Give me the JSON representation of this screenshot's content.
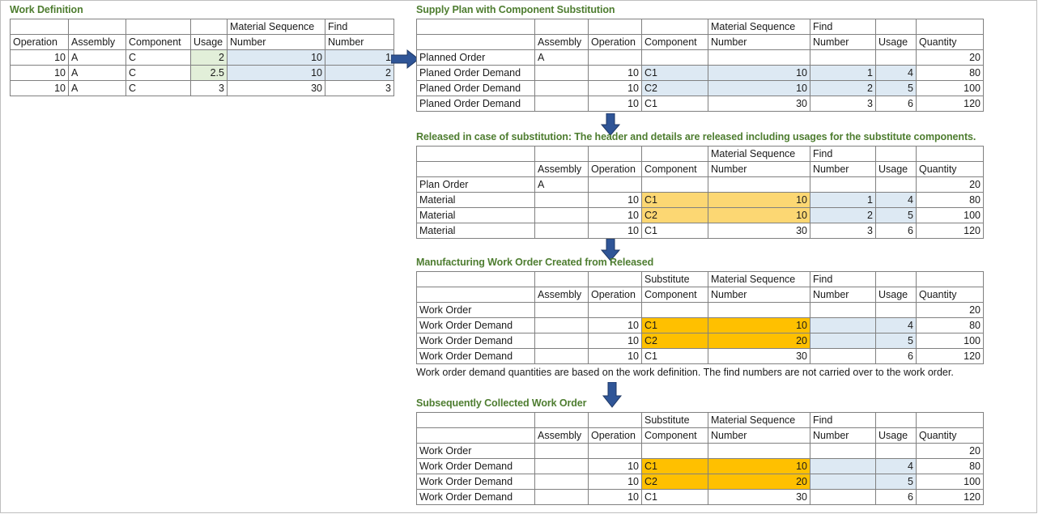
{
  "colors": {
    "title_green": "#4e7d30",
    "fill_green": "#e2efd9",
    "fill_blue": "#dde9f3",
    "fill_orange_light": "#fcd773",
    "fill_orange_dark": "#ffc000",
    "arrow_blue": "#2f5597",
    "grid": "#808080"
  },
  "work_definition": {
    "title": "Work Definition",
    "headers": [
      "Operation",
      "Assembly",
      "Component",
      "Usage",
      "Material Sequence Number",
      "Find Number"
    ],
    "rows": [
      [
        "10",
        "A",
        "C",
        "2",
        "10",
        "1"
      ],
      [
        "10",
        "A",
        "C",
        "2.5",
        "10",
        "2"
      ],
      [
        "10",
        "A",
        "C",
        "3",
        "30",
        "3"
      ]
    ]
  },
  "supply_plan": {
    "title": "Supply Plan with Component Substitution",
    "headers": [
      "",
      "Assembly",
      "Operation",
      "Component",
      "Material Sequence Number",
      "Find Number",
      "Usage",
      "Quantity"
    ],
    "rows": [
      [
        "Planned Order",
        "A",
        "",
        "",
        "",
        "",
        "",
        "20"
      ],
      [
        "Planed Order Demand",
        "",
        "10",
        "C1",
        "10",
        "1",
        "4",
        "80"
      ],
      [
        "Planed Order Demand",
        "",
        "10",
        "C2",
        "10",
        "2",
        "5",
        "100"
      ],
      [
        "Planed Order Demand",
        "",
        "10",
        "C1",
        "30",
        "3",
        "6",
        "120"
      ]
    ]
  },
  "released": {
    "title": "Released in case of substitution: The header and details are released including usages for the substitute components.",
    "headers": [
      "",
      "Assembly",
      "Operation",
      "Component",
      "Material Sequence Number",
      "Find Number",
      "Usage",
      "Quantity"
    ],
    "rows": [
      [
        "Plan Order",
        "A",
        "",
        "",
        "",
        "",
        "",
        "20"
      ],
      [
        "Material",
        "",
        "10",
        "C1",
        "10",
        "1",
        "4",
        "80"
      ],
      [
        "Material",
        "",
        "10",
        "C2",
        "10",
        "2",
        "5",
        "100"
      ],
      [
        "Material",
        "",
        "10",
        "C1",
        "30",
        "3",
        "6",
        "120"
      ]
    ]
  },
  "work_order": {
    "title": "Manufacturing Work Order Created from Released",
    "headers": [
      "",
      "Assembly",
      "Operation",
      "Substitute Component",
      "Material Sequence Number",
      "Find Number",
      "Usage",
      "Quantity"
    ],
    "rows": [
      [
        "Work Order",
        "",
        "",
        "",
        "",
        "",
        "",
        "20"
      ],
      [
        "Work Order Demand",
        "",
        "10",
        "C1",
        "10",
        "",
        "4",
        "80"
      ],
      [
        "Work Order Demand",
        "",
        "10",
        "C2",
        "20",
        "",
        "5",
        "100"
      ],
      [
        "Work Order Demand",
        "",
        "10",
        "C1",
        "30",
        "",
        "6",
        "120"
      ]
    ],
    "note": "Work order demand quantities are based on the work definition. The find numbers are not carried over to the work order."
  },
  "collected": {
    "title": "Subsequently Collected Work Order",
    "headers": [
      "",
      "Assembly",
      "Operation",
      "Substitute Component",
      "Material Sequence Number",
      "Find Number",
      "Usage",
      "Quantity"
    ],
    "rows": [
      [
        "Work Order",
        "",
        "",
        "",
        "",
        "",
        "",
        "20"
      ],
      [
        "Work Order Demand",
        "",
        "10",
        "C1",
        "10",
        "",
        "4",
        "80"
      ],
      [
        "Work Order Demand",
        "",
        "10",
        "C2",
        "20",
        "",
        "5",
        "100"
      ],
      [
        "Work Order Demand",
        "",
        "10",
        "C1",
        "30",
        "",
        "6",
        "120"
      ]
    ]
  },
  "arrows": {
    "right_1": "arrow-right-to-supply-plan",
    "down_1": "arrow-down-to-released",
    "down_2": "arrow-down-to-work-order",
    "down_3": "arrow-down-to-collected"
  }
}
